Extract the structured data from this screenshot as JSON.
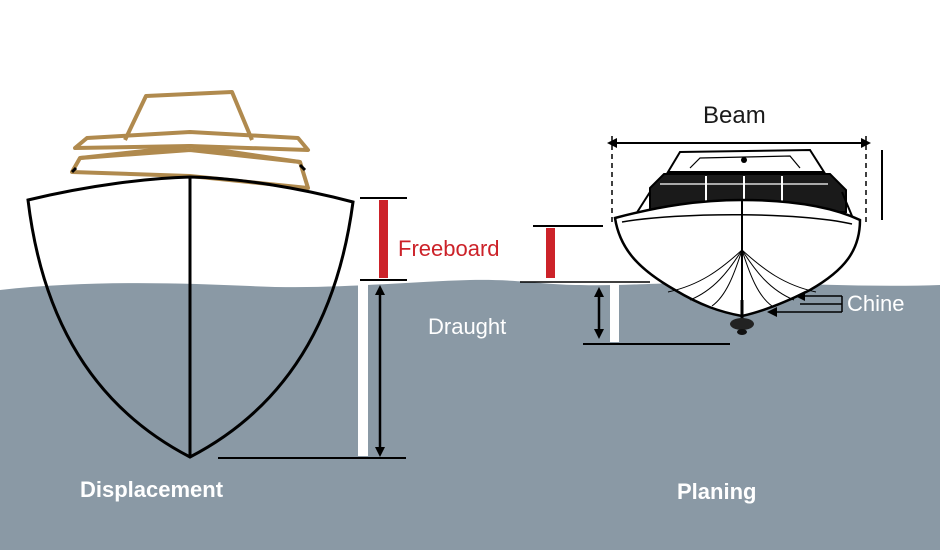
{
  "labels": {
    "freeboard": "Freeboard",
    "draught": "Draught",
    "beam": "Beam",
    "chine": "Chine",
    "displacement": "Displacement",
    "planing": "Planing"
  },
  "colors": {
    "water": "#8a99a5",
    "background": "#ffffff",
    "hull_outline": "#000000",
    "superstructure": "#b08a4e",
    "freeboard_marker": "#cc2229",
    "draught_marker": "#ffffff",
    "label_white": "#ffffff",
    "label_dark": "#1a1a1a"
  }
}
